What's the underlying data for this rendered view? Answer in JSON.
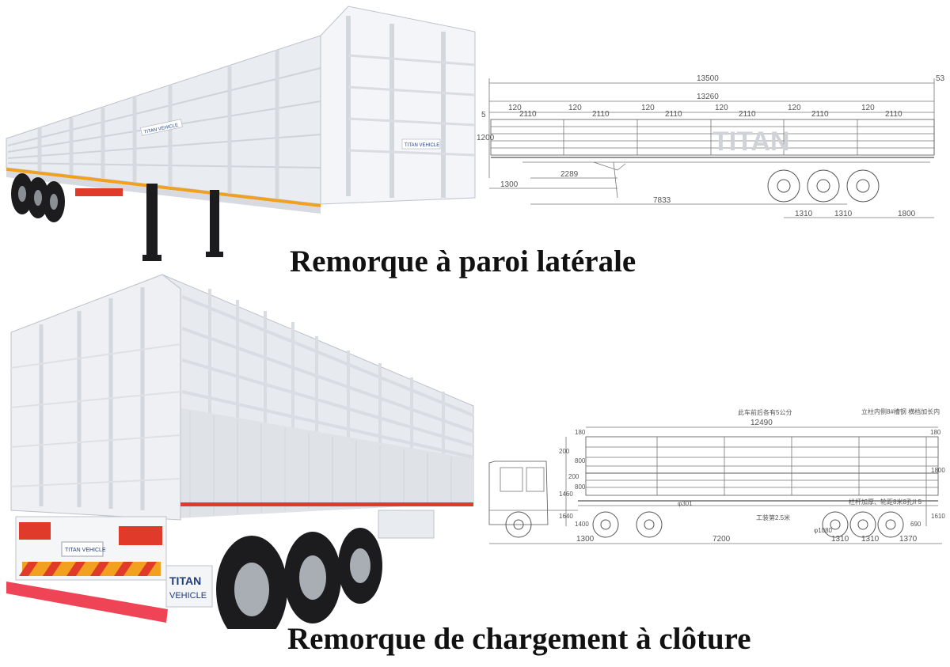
{
  "captions": {
    "side_wall": "Remorque à paroi latérale",
    "fence": "Remorque de chargement à clôture"
  },
  "brand": {
    "line1": "TITAN",
    "line2": "VEHICLE",
    "full": "TITAN VEHICLE"
  },
  "drawing1": {
    "overall": "13500",
    "body": "13260",
    "end_offset": "53",
    "left_offset": "5",
    "height": "1200",
    "gap": "120",
    "panel": "2110",
    "kingpin": "2289",
    "front": "1300",
    "axle_pos": "7833",
    "axle_spacing": "1310",
    "rear": "1800",
    "watermark": "TITAN"
  },
  "drawing2": {
    "overall": "12490",
    "top_note": "此车前后各有5公分",
    "side_note": "立柱内侧8#槽钢  横档加长内",
    "mid_note": "栏杆加厚、轮距8米8孔II 5",
    "h180a": "180",
    "h180b": "180",
    "h200a": "200",
    "h200b": "200",
    "h800a": "800",
    "h800b": "800",
    "h1460": "1460",
    "h1640": "1640",
    "h1400": "1400",
    "h1800": "1800",
    "h1610": "1610",
    "h690": "690",
    "wheel": "φ1080",
    "pin": "φ301",
    "front": "1300",
    "wheelbase": "7200",
    "axle_a": "1310",
    "axle_b": "1310",
    "rear": "1370",
    "cab_note": "工装第2.5米"
  },
  "colors": {
    "body": "#eef0f3",
    "shadow": "#c9ced6",
    "stripe_orange": "#f2a020",
    "stripe_red": "#e03a2a",
    "tire": "#1c1c1e",
    "line": "#555555"
  },
  "icons": {
    "trailer_photo_top": "side-wall-trailer-photo",
    "trailer_photo_bottom": "fence-trailer-photo",
    "cad_top": "side-wall-trailer-drawing",
    "cad_bottom": "fence-trailer-drawing"
  }
}
